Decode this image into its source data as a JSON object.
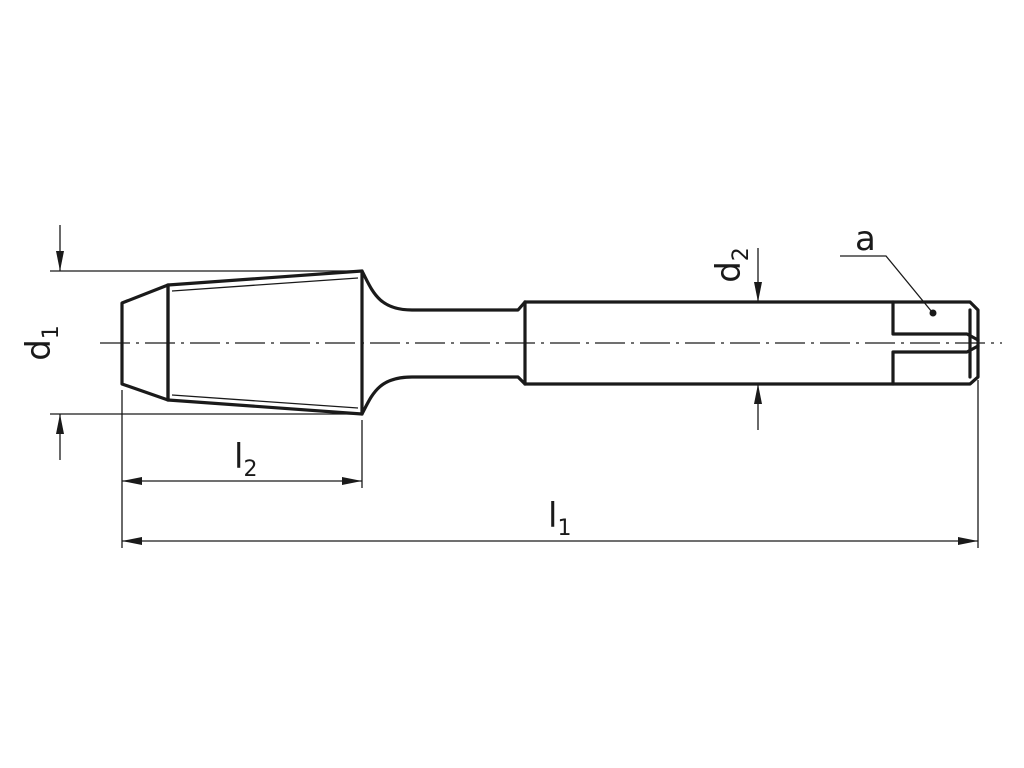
{
  "labels": {
    "d1": {
      "main": "d",
      "sub": "1"
    },
    "d2": {
      "main": "d",
      "sub": "2"
    },
    "l1": {
      "main": "l",
      "sub": "1"
    },
    "l2": {
      "main": "l",
      "sub": "2"
    },
    "a": "a"
  }
}
